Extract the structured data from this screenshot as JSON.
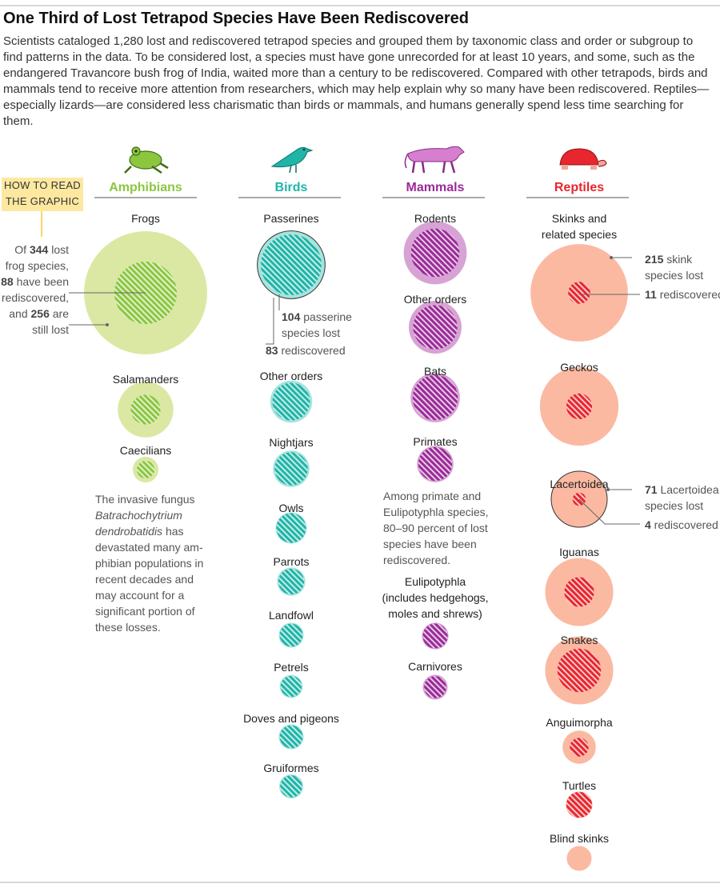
{
  "title": "One Third of Lost Tetrapod Species Have Been Rediscovered",
  "intro": "Scientists cataloged 1,280 lost and rediscovered tetrapod species and grouped them by taxonomic class and order or subgroup to find patterns in the data. To be considered lost, a species must have gone unrecorded for at least 10 years, and some, such as the endangered Travancore bush frog of India, waited more than a century to be rediscovered. Compared with other tetrapods, birds and mammals tend to receive more attention from researchers, which may help explain why so many have been rediscovered. Reptiles—especially lizards—are considered less charismatic than birds or mammals, and humans generally spend less time searching for them.",
  "how_to_read": [
    "HOW TO READ",
    "THE GRAPHIC"
  ],
  "colors": {
    "amphibians": {
      "outer": "#dbe8a3",
      "inner": "#8cc63f",
      "head": "#8cc63f"
    },
    "birds": {
      "outer": "#a7e3de",
      "inner": "#1fb5a8",
      "head": "#1fb5a8"
    },
    "mammals": {
      "outer": "#d6a3d4",
      "inner": "#9b2a98",
      "head": "#9b2a98"
    },
    "reptiles": {
      "outer": "#fbb9a2",
      "inner": "#e8262e",
      "head": "#e8262e"
    }
  },
  "icons": [
    "frog-icon",
    "bird-icon",
    "leopard-icon",
    "turtle-icon"
  ],
  "annotations": {
    "frogs": [
      [
        {
          "t": "Of "
        },
        {
          "t": "344",
          "b": true
        },
        {
          "t": " lost"
        }
      ],
      [
        {
          "t": "frog species,"
        }
      ],
      [
        {
          "t": "88",
          "b": true
        },
        {
          "t": " have been"
        }
      ],
      [
        {
          "t": "rediscovered,"
        }
      ],
      [
        {
          "t": "and "
        },
        {
          "t": "256",
          "b": true
        },
        {
          "t": " are"
        }
      ],
      [
        {
          "t": "still lost"
        }
      ]
    ],
    "passerines": [
      [
        {
          "t": "104",
          "b": true
        },
        {
          "t": " passerine"
        }
      ],
      [
        {
          "t": "species lost"
        }
      ],
      [
        {
          "t": "83",
          "b": true
        },
        {
          "t": " rediscovered"
        }
      ]
    ],
    "skinks": [
      [
        {
          "t": "215",
          "b": true
        },
        {
          "t": " skink"
        }
      ],
      [
        {
          "t": "species lost"
        }
      ],
      [
        {
          "t": "11",
          "b": true
        },
        {
          "t": " rediscovered"
        }
      ]
    ],
    "lacertoidea": [
      [
        {
          "t": "71",
          "b": true
        },
        {
          "t": " Lacertoidea"
        }
      ],
      [
        {
          "t": "species lost"
        }
      ],
      [
        {
          "t": "4",
          "b": true
        },
        {
          "t": " rediscovered"
        }
      ]
    ]
  },
  "notes": {
    "amphibians": [
      [
        {
          "t": "The invasive fungus"
        }
      ],
      [
        {
          "t": "Batrachochytrium",
          "i": true
        }
      ],
      [
        {
          "t": "dendrobatidis",
          "i": true
        },
        {
          "t": " has"
        }
      ],
      [
        {
          "t": "devastated many am-"
        }
      ],
      [
        {
          "t": "phibian populations in"
        }
      ],
      [
        {
          "t": "recent decades and"
        }
      ],
      [
        {
          "t": "may account for a"
        }
      ],
      [
        {
          "t": "significant portion of"
        }
      ],
      [
        {
          "t": "these losses."
        }
      ]
    ],
    "mammals": [
      [
        {
          "t": "Among primate and"
        }
      ],
      [
        {
          "t": "Eulipotyphla species,"
        }
      ],
      [
        {
          "t": "80–90 percent of lost"
        }
      ],
      [
        {
          "t": "species have been"
        }
      ],
      [
        {
          "t": "rediscovered."
        }
      ]
    ]
  },
  "chart_data": {
    "type": "nested-bubble",
    "legend": "outer circle = lost species cataloged; inner hatched circle = rediscovered",
    "classes": [
      {
        "name": "Amphibians",
        "groups": [
          {
            "name": [
              "Frogs"
            ],
            "lost": 344,
            "rediscovered": 88
          },
          {
            "name": [
              "Salamanders"
            ],
            "lost": 70,
            "rediscovered": 20
          },
          {
            "name": [
              "Caecilians"
            ],
            "lost": 15,
            "rediscovered": 7
          }
        ]
      },
      {
        "name": "Birds",
        "groups": [
          {
            "name": [
              "Passerines"
            ],
            "lost": 104,
            "rediscovered": 83
          },
          {
            "name": [
              "Other orders"
            ],
            "lost": 40,
            "rediscovered": 32
          },
          {
            "name": [
              "Nightjars"
            ],
            "lost": 30,
            "rediscovered": 25
          },
          {
            "name": [
              "Owls"
            ],
            "lost": 22,
            "rediscovered": 20
          },
          {
            "name": [
              "Parrots"
            ],
            "lost": 18,
            "rediscovered": 15
          },
          {
            "name": [
              "Landfowl"
            ],
            "lost": 14,
            "rediscovered": 12
          },
          {
            "name": [
              "Petrels"
            ],
            "lost": 12,
            "rediscovered": 10
          },
          {
            "name": [
              "Doves and pigeons"
            ],
            "lost": 14,
            "rediscovered": 12
          },
          {
            "name": [
              "Gruiformes"
            ],
            "lost": 13,
            "rediscovered": 11
          }
        ]
      },
      {
        "name": "Mammals",
        "groups": [
          {
            "name": [
              "Rodents"
            ],
            "lost": 90,
            "rediscovered": 53
          },
          {
            "name": [
              "Other orders"
            ],
            "lost": 63,
            "rediscovered": 44
          },
          {
            "name": [
              "Bats"
            ],
            "lost": 55,
            "rediscovered": 46
          },
          {
            "name": [
              "Primates"
            ],
            "lost": 30,
            "rediscovered": 26
          },
          {
            "name": [
              "Eulipotyphla",
              "(includes hedgehogs,",
              "moles and shrews)"
            ],
            "lost": 16,
            "rediscovered": 14
          },
          {
            "name": [
              "Carnivores"
            ],
            "lost": 14,
            "rediscovered": 11
          }
        ]
      },
      {
        "name": "Reptiles",
        "groups": [
          {
            "name": [
              "Skinks and",
              "related species"
            ],
            "lost": 215,
            "rediscovered": 11
          },
          {
            "name": [
              "Geckos"
            ],
            "lost": 140,
            "rediscovered": 15
          },
          {
            "name": [
              "Lacertoidea"
            ],
            "lost": 71,
            "rediscovered": 4
          },
          {
            "name": [
              "Iguanas"
            ],
            "lost": 105,
            "rediscovered": 20
          },
          {
            "name": [
              "Snakes"
            ],
            "lost": 105,
            "rediscovered": 43
          },
          {
            "name": [
              "Anguimorpha"
            ],
            "lost": 25,
            "rediscovered": 8
          },
          {
            "name": [
              "Turtles"
            ],
            "lost": 16,
            "rediscovered": 15
          },
          {
            "name": [
              "Blind skinks"
            ],
            "lost": 14,
            "rediscovered": 0
          }
        ]
      }
    ]
  }
}
